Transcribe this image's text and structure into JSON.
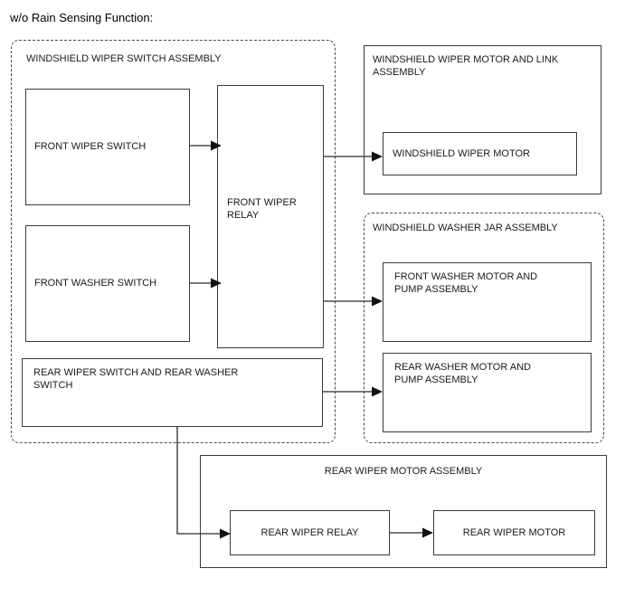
{
  "diagram": {
    "title": "w/o Rain Sensing Function:",
    "groups": [
      {
        "id": "windshield-wiper-switch-assembly",
        "label": "WINDSHIELD WIPER SWITCH ASSEMBLY",
        "border": "dashed"
      },
      {
        "id": "windshield-wiper-motor-and-link-assembly",
        "label": "WINDSHIELD WIPER MOTOR AND LINK\nASSEMBLY",
        "border": "solid"
      },
      {
        "id": "windshield-washer-jar-assembly",
        "label": "WINDSHIELD WASHER JAR ASSEMBLY",
        "border": "dashed"
      },
      {
        "id": "rear-wiper-motor-assembly",
        "label": "REAR WIPER MOTOR ASSEMBLY",
        "border": "solid"
      }
    ],
    "nodes": [
      {
        "id": "front-wiper-switch",
        "label": "FRONT WIPER SWITCH"
      },
      {
        "id": "front-washer-switch",
        "label": "FRONT WASHER SWITCH"
      },
      {
        "id": "front-wiper-relay",
        "label": "FRONT WIPER\nRELAY"
      },
      {
        "id": "rear-wiper-switch-and-rear-washer-switch",
        "label": "REAR WIPER SWITCH AND REAR WASHER\nSWITCH"
      },
      {
        "id": "windshield-wiper-motor",
        "label": "WINDSHIELD WIPER MOTOR"
      },
      {
        "id": "front-washer-motor-and-pump-assembly",
        "label": "FRONT WASHER MOTOR AND\nPUMP ASSEMBLY"
      },
      {
        "id": "rear-washer-motor-and-pump-assembly",
        "label": "REAR WASHER MOTOR AND\nPUMP ASSEMBLY"
      },
      {
        "id": "rear-wiper-relay",
        "label": "REAR WIPER RELAY"
      },
      {
        "id": "rear-wiper-motor",
        "label": "REAR WIPER MOTOR"
      }
    ],
    "connections": [
      {
        "from": "front-wiper-switch",
        "to": "front-wiper-relay"
      },
      {
        "from": "front-washer-switch",
        "to": "front-wiper-relay"
      },
      {
        "from": "front-wiper-relay",
        "to": "windshield-wiper-motor"
      },
      {
        "from": "front-wiper-relay",
        "to": "front-washer-motor-and-pump-assembly"
      },
      {
        "from": "rear-wiper-switch-and-rear-washer-switch",
        "to": "rear-washer-motor-and-pump-assembly"
      },
      {
        "from": "rear-wiper-switch-and-rear-washer-switch",
        "to": "rear-wiper-relay"
      },
      {
        "from": "rear-wiper-relay",
        "to": "rear-wiper-motor"
      }
    ],
    "colors": {
      "background": "#ffffff",
      "stroke": "#3a3a3a",
      "dashed_stroke": "#4a4a4a",
      "text": "#1a1a1a",
      "arrow": "#111111"
    }
  }
}
